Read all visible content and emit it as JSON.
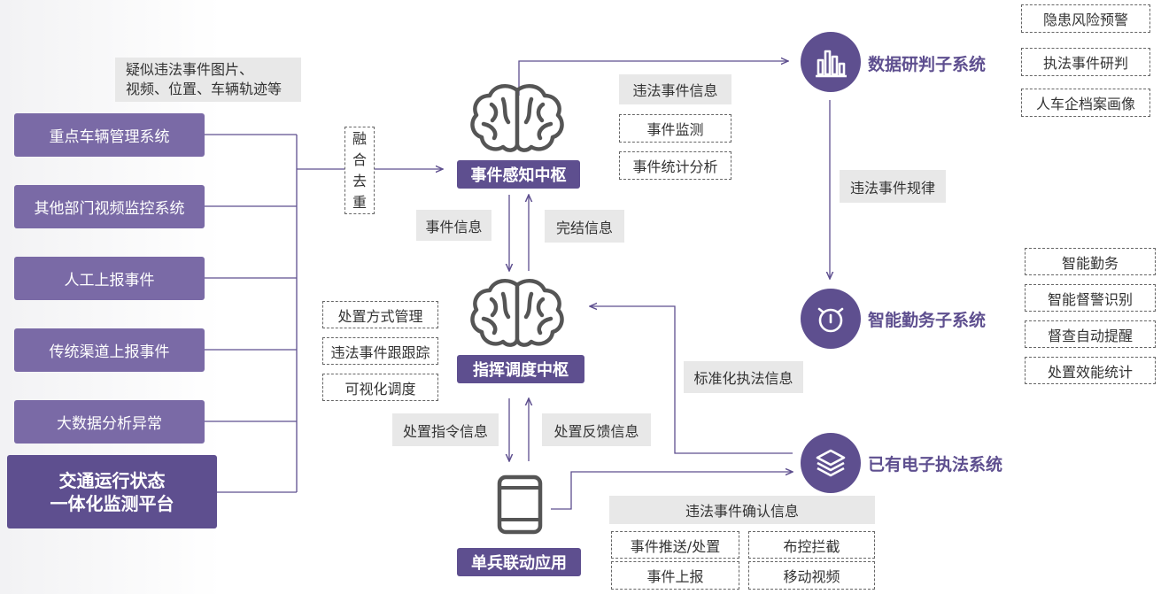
{
  "sources": [
    "重点车辆管理系统",
    "其他部门视频监控系统",
    "人工上报事件",
    "传统渠道上报事件",
    "大数据分析异常"
  ],
  "platform": {
    "line1": "交通运行状态",
    "line2": "一体化监测平台"
  },
  "source_note": {
    "line1": "疑似违法事件图片、",
    "line2": "视频、位置、车辆轨迹等"
  },
  "fusion_chars": [
    "融",
    "合",
    "去",
    "重"
  ],
  "hubs": {
    "perception": "事件感知中枢",
    "dispatch": "指挥调度中枢",
    "mobile": "单兵联动应用"
  },
  "perception_features": [
    "违法事件信息",
    "事件监测",
    "事件统计分析"
  ],
  "dispatch_features": [
    "处置方式管理",
    "违法事件跟跟踪",
    "可视化调度"
  ],
  "flows": {
    "event_info": "事件信息",
    "completion_info": "完结信息",
    "dispatch_cmd": "处置指令信息",
    "dispatch_feedback": "处置反馈信息",
    "standard_info": "标准化执法信息",
    "violation_pattern": "违法事件规律",
    "violation_confirm": "违法事件确认信息"
  },
  "mobile_features": [
    "事件推送/处置",
    "布控拦截",
    "事件上报",
    "移动视频"
  ],
  "systems": {
    "data": "数据研判子系统",
    "duty": "智能勤务子系统",
    "enforce": "已有电子执法系统"
  },
  "data_features": [
    "隐患风险预警",
    "执法事件研判",
    "人车企档案画像"
  ],
  "duty_features": [
    "智能勤务",
    "智能督警识别",
    "督查自动提醒",
    "处置效能统计"
  ],
  "colors": {
    "primary": "#5e4f8f",
    "source": "#7a6aa6",
    "gray_box": "#e8e8e8",
    "line": "#5e4f8f"
  }
}
